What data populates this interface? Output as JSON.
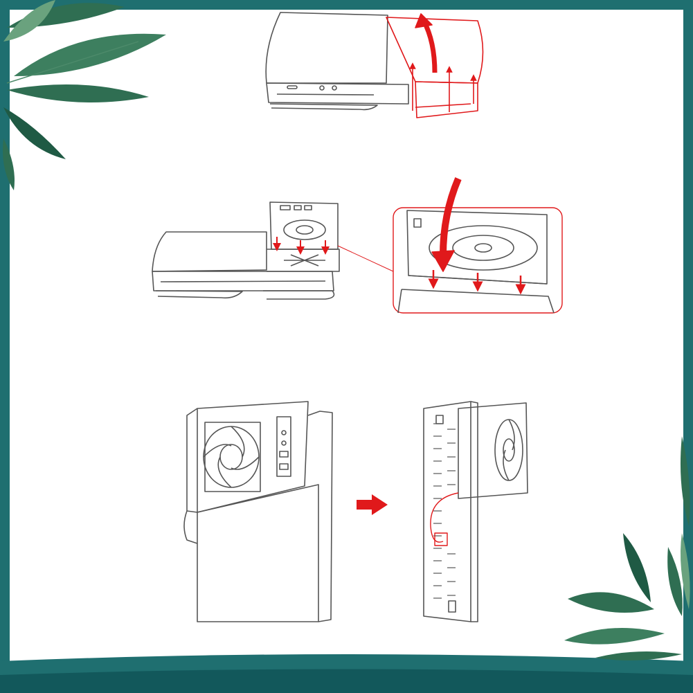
{
  "colors": {
    "frame_teal": "#1f6f70",
    "frame_teal_dark": "#12585b",
    "leaf_green": "#2f6e52",
    "leaf_light": "#6aa27e",
    "line_art": "#555555",
    "accent_red": "#e0191b",
    "background": "#ffffff"
  },
  "steps": [
    {
      "id": "step-1",
      "depicts": "lift-off-top-cover"
    },
    {
      "id": "step-2",
      "depicts": "insert-cooling-fan-module"
    },
    {
      "id": "step-3",
      "depicts": "fan-attached-then-stand-upright"
    }
  ],
  "icons": [
    "leaf-decoration-icon",
    "arrow-right-icon",
    "arrow-up-icon",
    "arrow-down-icon",
    "fan-icon"
  ]
}
